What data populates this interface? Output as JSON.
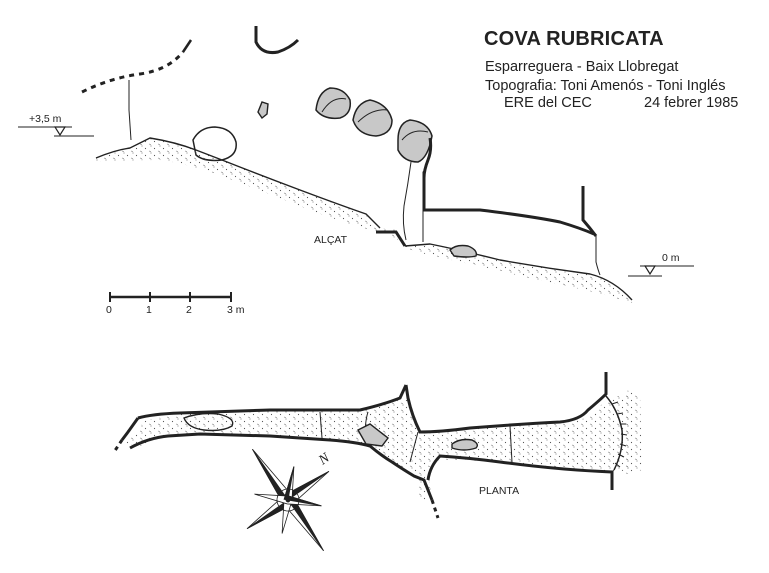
{
  "header": {
    "title": "COVA RUBRICATA",
    "location": "Esparreguera - Baix Llobregat",
    "survey_credit": "Topografia: Toni Amenós - Toni Inglés",
    "club": "ERE del CEC",
    "date": "24 febrer 1985"
  },
  "elevation": {
    "label": "ALÇAT",
    "upper_datum": "+3,5 m",
    "lower_datum": "0 m"
  },
  "scale_bar": {
    "ticks": [
      "0",
      "1",
      "2",
      "3 m"
    ]
  },
  "plan": {
    "label": "PLANTA",
    "north_label": "N"
  },
  "colors": {
    "ink": "#222222",
    "rock_fill": "#c8c8c8",
    "background": "#ffffff"
  }
}
